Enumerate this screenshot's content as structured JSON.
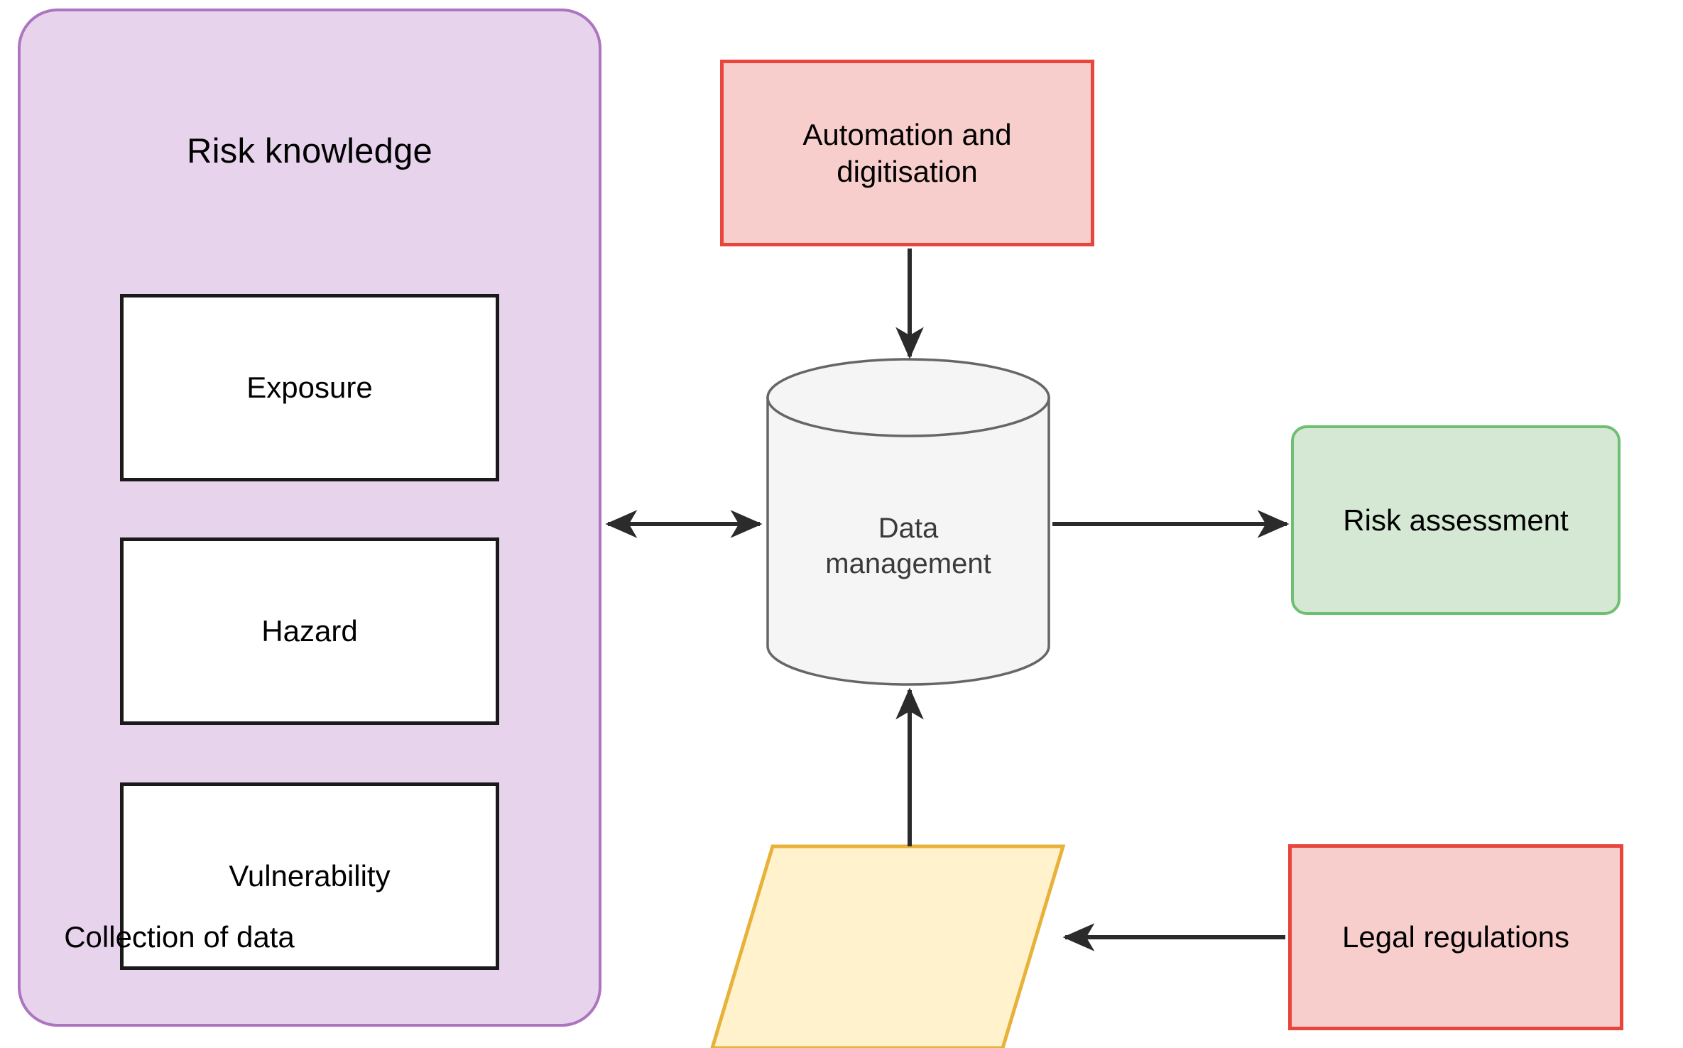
{
  "diagram": {
    "title": "Risk knowledge data management flow",
    "background_color": "#FFFFFF"
  },
  "risk_knowledge_group": {
    "title": "Risk knowledge",
    "fill_color": "#E7D4EC",
    "border_color": "#AE74C0",
    "items": [
      {
        "label": "Exposure",
        "fill_color": "#FFFFFF",
        "border_color": "#1A1A1A"
      },
      {
        "label": "Hazard",
        "fill_color": "#FFFFFF",
        "border_color": "#1A1A1A"
      },
      {
        "label": "Vulnerability",
        "fill_color": "#FFFFFF",
        "border_color": "#1A1A1A"
      }
    ]
  },
  "nodes": {
    "automation": {
      "label": "Automation and digitisation",
      "line1": "Automation and",
      "line2": "digitisation",
      "shape": "rectangle",
      "fill_color": "#F8CECC",
      "border_color": "#E8453C"
    },
    "data_management": {
      "label": "Data management",
      "line1": "Data",
      "line2": "management",
      "shape": "cylinder",
      "fill_color": "#F5F5F5",
      "border_color": "#666666"
    },
    "risk_assessment": {
      "label": "Risk assessment",
      "shape": "rounded-rectangle",
      "fill_color": "#D5E8D4",
      "border_color": "#6EBF73"
    },
    "collection_of_data": {
      "label": "Collection of data",
      "shape": "parallelogram",
      "fill_color": "#FFF2CC",
      "border_color": "#E8B23A"
    },
    "legal_regulations": {
      "label": "Legal regulations",
      "shape": "rectangle",
      "fill_color": "#F8CECC",
      "border_color": "#E8453C"
    }
  },
  "connectors": [
    {
      "name": "risk-knowledge-to-data-management",
      "from": "Risk knowledge",
      "to": "Data management",
      "direction": "bidirectional",
      "color": "#333333"
    },
    {
      "name": "automation-to-data-management",
      "from": "Automation and digitisation",
      "to": "Data management",
      "direction": "down",
      "color": "#333333"
    },
    {
      "name": "data-management-to-risk-assessment",
      "from": "Data management",
      "to": "Risk assessment",
      "direction": "right",
      "color": "#333333"
    },
    {
      "name": "collection-to-data-management",
      "from": "Collection of data",
      "to": "Data management",
      "direction": "up",
      "color": "#333333"
    },
    {
      "name": "legal-regulations-to-collection",
      "from": "Legal regulations",
      "to": "Collection of data",
      "direction": "left",
      "color": "#333333"
    }
  ]
}
